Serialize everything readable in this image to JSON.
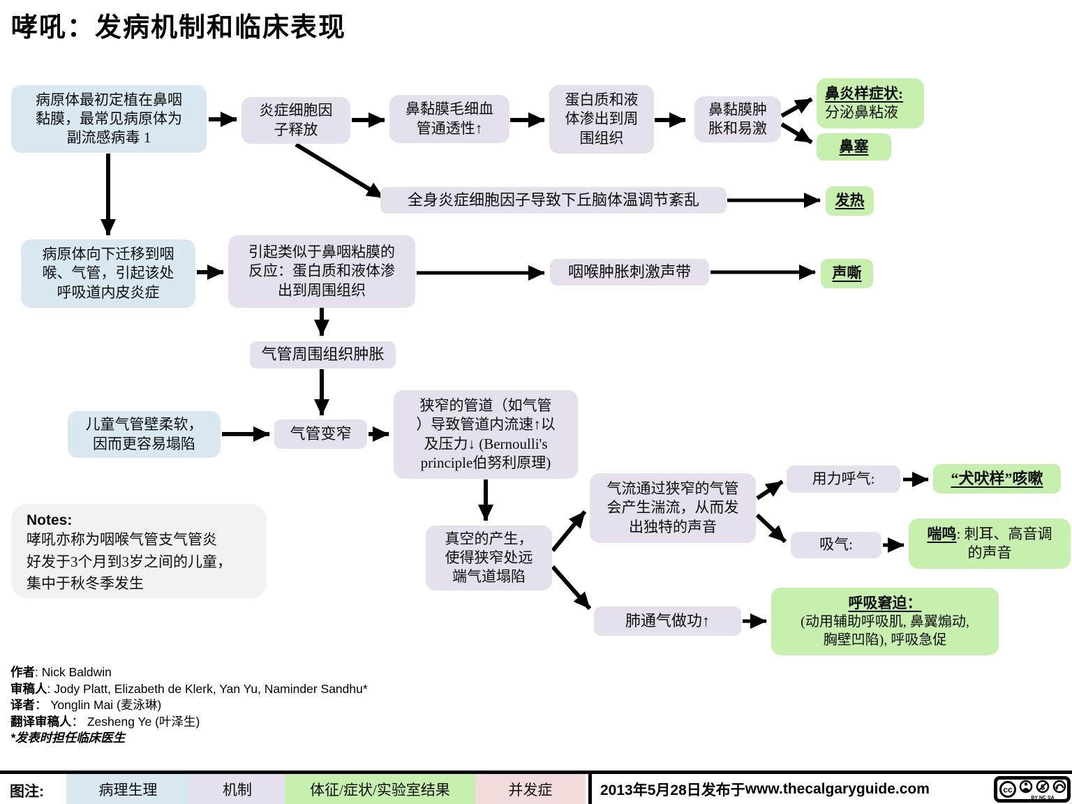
{
  "title": "哮吼：发病机制和临床表现",
  "nodes": {
    "colonize": "病原体最初定植在鼻咽\n黏膜，最常见病原体为\n副流感病毒 1",
    "cytokine": "炎症细胞因\n子释放",
    "capillary": "鼻黏膜毛细血\n管通透性↑",
    "protein_exude": "蛋白质和液\n体渗出到周\n围组织",
    "nasal_swelling": "鼻黏膜肿\n胀和易激",
    "rhinitis_title": "鼻炎样症状:",
    "rhinitis_body": "分泌鼻粘液",
    "nasal_congestion": "鼻塞",
    "systemic_cytokine": "全身炎症细胞因子导致下丘脑体温调节紊乱",
    "fever": "发热",
    "migrate": "病原体向下迁移到咽\n喉、气管，引起该处\n呼吸道内皮炎症",
    "similar_reaction": "引起类似于鼻咽粘膜的\n反应：蛋白质和液体渗\n出到周围组织",
    "vocal_cords": "咽喉肿胀刺激声带",
    "hoarseness": "声嘶",
    "peritracheal_swelling": "气管周围组织肿胀",
    "soft_wall": "儿童气管壁柔软，\n因而更容易塌陷",
    "tracheal_narrowing": "气管变窄",
    "bernoulli": "狭窄的管道（如气管\n）导致管道内流速↑以\n及压力↓ (Bernoulli's\nprinciple伯努利原理)",
    "vacuum": "真空的产生，\n使得狭窄处远\n端气道塌陷",
    "turbulence": "气流通过狭窄的气管\n会产生湍流，从而发\n出独特的声音",
    "forced_expiration": "用力呼气:",
    "barking_cough": "“犬吠样”咳嗽",
    "inspiration": "吸气:",
    "stridor_title": "喘鸣",
    "stridor_body": ": 刺耳、高音调\n的声音",
    "ventilation_work": "肺通气做功↑",
    "distress_title": "呼吸窘迫： ",
    "distress_body": "(动用辅助呼吸肌, 鼻翼煽动,\n胸壁凹陷), 呼吸急促"
  },
  "notes": {
    "heading": "Notes:",
    "body": "哮吼亦称为咽喉气管支气管炎\n好发于3个月到3岁之间的儿童，\n集中于秋冬季发生"
  },
  "credits": {
    "lines": [
      {
        "label": "作者",
        "text": ":  Nick Baldwin"
      },
      {
        "label": "审稿人",
        "text": ": Jody Platt, Elizabeth de Klerk,  Yan Yu,  Naminder Sandhu*"
      },
      {
        "label": "译者",
        "text": "：  Yonglin Mai (麦泳琳)"
      },
      {
        "label": "翻译审稿人",
        "text": "：  Zesheng Ye (叶泽生)"
      }
    ],
    "footnote": "*发表时担任临床医生"
  },
  "legend": {
    "label": "图注:",
    "items": [
      {
        "text": "病理生理",
        "color": "#d9e8f1"
      },
      {
        "text": "机制",
        "color": "#e5e0ec"
      },
      {
        "text": "体征/症状/实验室结果",
        "color": "#c7f0ae"
      },
      {
        "text": "并发症",
        "color": "#f2dcdb"
      }
    ],
    "published": "2013年5月28日发布于",
    "site": " www.thecalgaryguide.com"
  },
  "license": {
    "cc": "cc",
    "label": "BY  NC  SA"
  },
  "colors": {
    "pathophysiology": "#d9e8f1",
    "mechanism": "#e5e0ec",
    "sign_symptom_lab": "#c7f0ae",
    "complication": "#f2dcdb",
    "arrow": "#000000"
  }
}
